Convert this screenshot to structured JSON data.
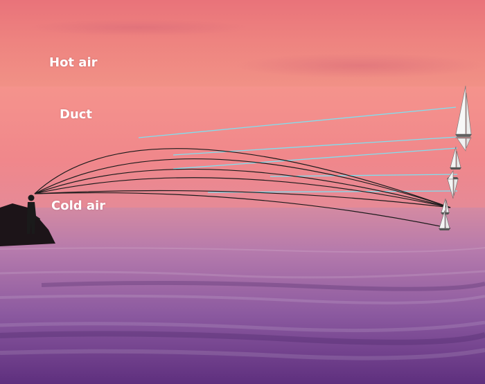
{
  "layers": {
    "hot_air_label": "Hot air",
    "duct_label": "Duct",
    "cold_air_label": "Cold air"
  },
  "colors": {
    "sky_top": "#e9737a",
    "sky_duct": "#f28a8c",
    "horizon": "#d98aa0",
    "sea_upper": "#b47ab0",
    "sea_lower": "#6c3d8a",
    "ray_color": "#1a1a1a",
    "apparent_ray_color": "#7fe0f0",
    "sail_color": "#f4f4f4",
    "observer_color": "#1a1a1a"
  },
  "icons": {
    "observer": "person-silhouette-icon",
    "ship": "sailboat-icon"
  }
}
